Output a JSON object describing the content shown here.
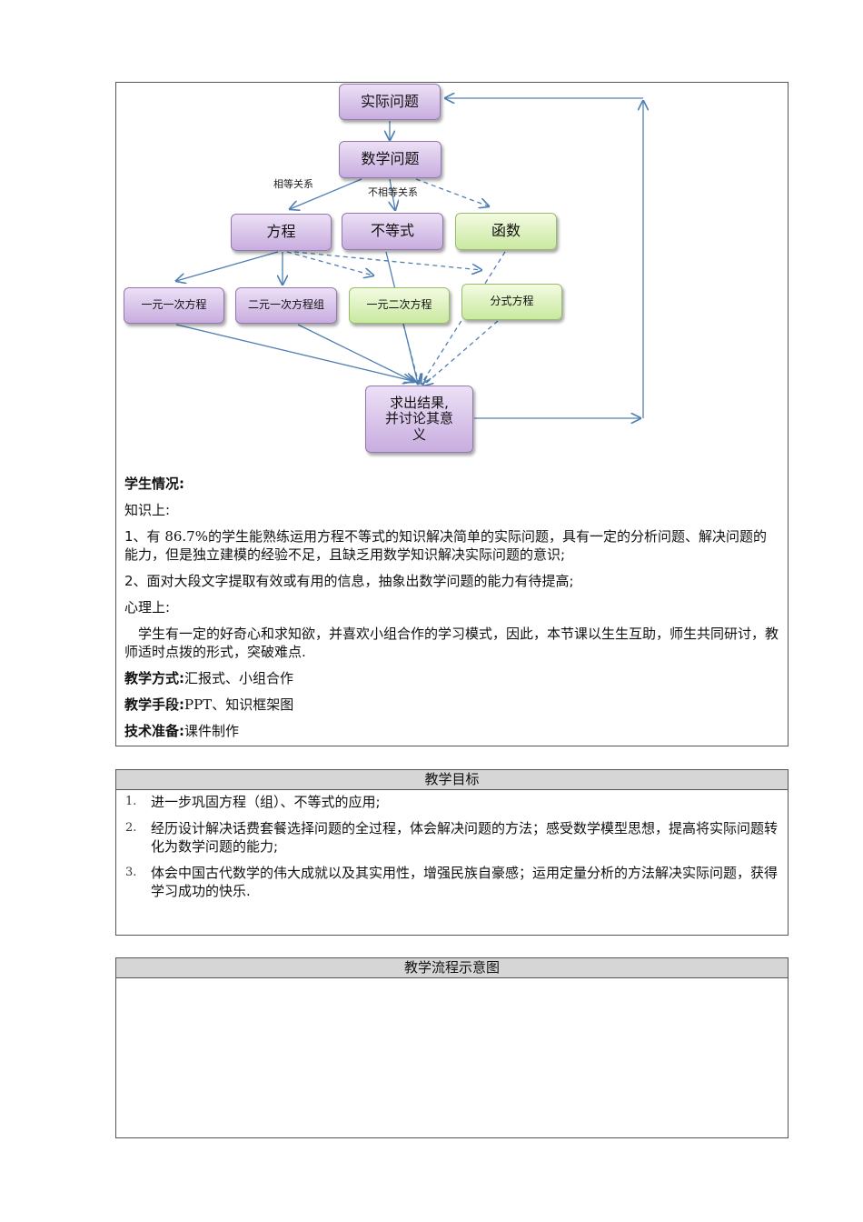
{
  "diagram": {
    "nodes": {
      "actual_problem": "实际问题",
      "math_problem": "数学问题",
      "equation": "方程",
      "inequality": "不等式",
      "function": "函数",
      "linear_eq": "一元一次方程",
      "linear_system": "二元一次方程组",
      "quadratic_eq": "一元二次方程",
      "fractional_eq": "分式方程",
      "result": "求出结果,\n并讨论其意\n义"
    },
    "labels": {
      "equal_relation": "相等关系",
      "unequal_relation": "不相等关系"
    }
  },
  "student": {
    "heading": "学生情况:",
    "knowledge_label": "知识上:",
    "k1_prefix": "1、有 ",
    "k1_percent": "86.7%",
    "k1_rest": "的学生能熟练运用方程不等式的知识解决简单的实际问题，具有一定的分析问题、解决问题的能力，但是独立建模的经验不足，且缺乏用数学知识解决实际问题的意识;",
    "k2": "2、面对大段文字提取有效或有用的信息，抽象出数学问题的能力有待提高;",
    "psych_label": "心理上:",
    "psych_text": "　学生有一定的好奇心和求知欲，并喜欢小组合作的学习模式，因此，本节课以生生互助，师生共同研讨，教师适时点拨的形式，突破难点."
  },
  "method": {
    "label": "教学方式:",
    "value": "汇报式、小组合作"
  },
  "means": {
    "label": "教学手段:",
    "ppt": "PPT",
    "value": "、知识框架图"
  },
  "tech": {
    "label": "技术准备:",
    "value": "课件制作"
  },
  "goals": {
    "header": "教学目标",
    "items": [
      {
        "num": "1.",
        "text": "进一步巩固方程（组）、不等式的应用;"
      },
      {
        "num": "2.",
        "text": "经历设计解决话费套餐选择问题的全过程，体会解决问题的方法；感受数学模型思想，提高将实际问题转化为数学问题的能力;"
      },
      {
        "num": "3.",
        "text": "体会中国古代数学的伟大成就以及其实用性，增强民族自豪感；运用定量分析的方法解决实际问题，获得学习成功的快乐."
      }
    ]
  },
  "flow": {
    "header": "教学流程示意图"
  },
  "colors": {
    "arrow": "#4f7fb3",
    "purple_node": "#c8addf",
    "green_node": "#c9e9a0",
    "header_bg": "#d6d6d6"
  }
}
